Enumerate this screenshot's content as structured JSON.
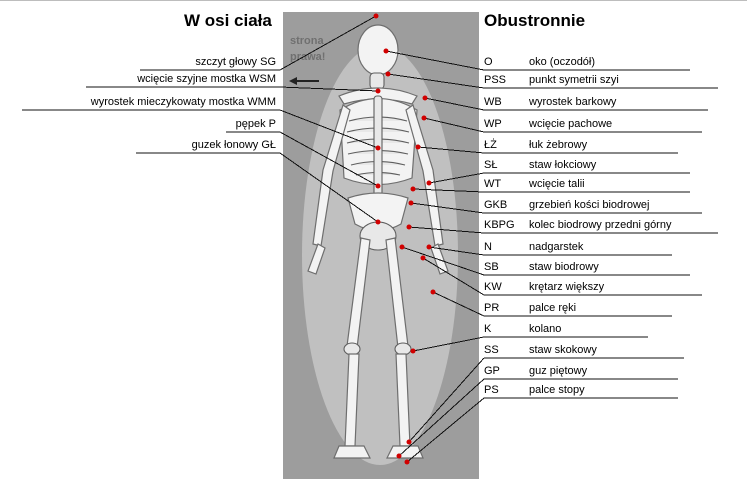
{
  "titles": {
    "left": "W osi ciała",
    "right": "Obustronnie"
  },
  "notes": {
    "line1": "strona",
    "line2": "prawa!"
  },
  "left_labels": [
    "szczyt głowy SG",
    "wcięcie szyjne mostka WSM",
    "wyrostek mieczykowaty mostka WMM",
    "pępek P",
    "guzek łonowy GŁ"
  ],
  "right_labels": [
    {
      "code": "O",
      "desc": "oko (oczodół)"
    },
    {
      "code": "PSS",
      "desc": "punkt symetrii szyi"
    },
    {
      "code": "WB",
      "desc": "wyrostek barkowy"
    },
    {
      "code": "WP",
      "desc": "wcięcie pachowe"
    },
    {
      "code": "ŁŻ",
      "desc": "łuk żebrowy"
    },
    {
      "code": "SŁ",
      "desc": "staw łokciowy"
    },
    {
      "code": "WT",
      "desc": "wcięcie talii"
    },
    {
      "code": "GKB",
      "desc": "grzebień kości biodrowej"
    },
    {
      "code": "KBPG",
      "desc": "kolec biodrowy przedni górny"
    },
    {
      "code": "N",
      "desc": "nadgarstek"
    },
    {
      "code": "SB",
      "desc": "staw biodrowy"
    },
    {
      "code": "KW",
      "desc": "krętarz większy"
    },
    {
      "code": "PR",
      "desc": "palce ręki"
    },
    {
      "code": "K",
      "desc": "kolano"
    },
    {
      "code": "SS",
      "desc": "staw skokowy"
    },
    {
      "code": "GP",
      "desc": "guz piętowy"
    },
    {
      "code": "PS",
      "desc": "palce stopy"
    }
  ],
  "colors": {
    "panel": "#9d9d9d",
    "leader": "#111111",
    "marker": "#d10000"
  }
}
